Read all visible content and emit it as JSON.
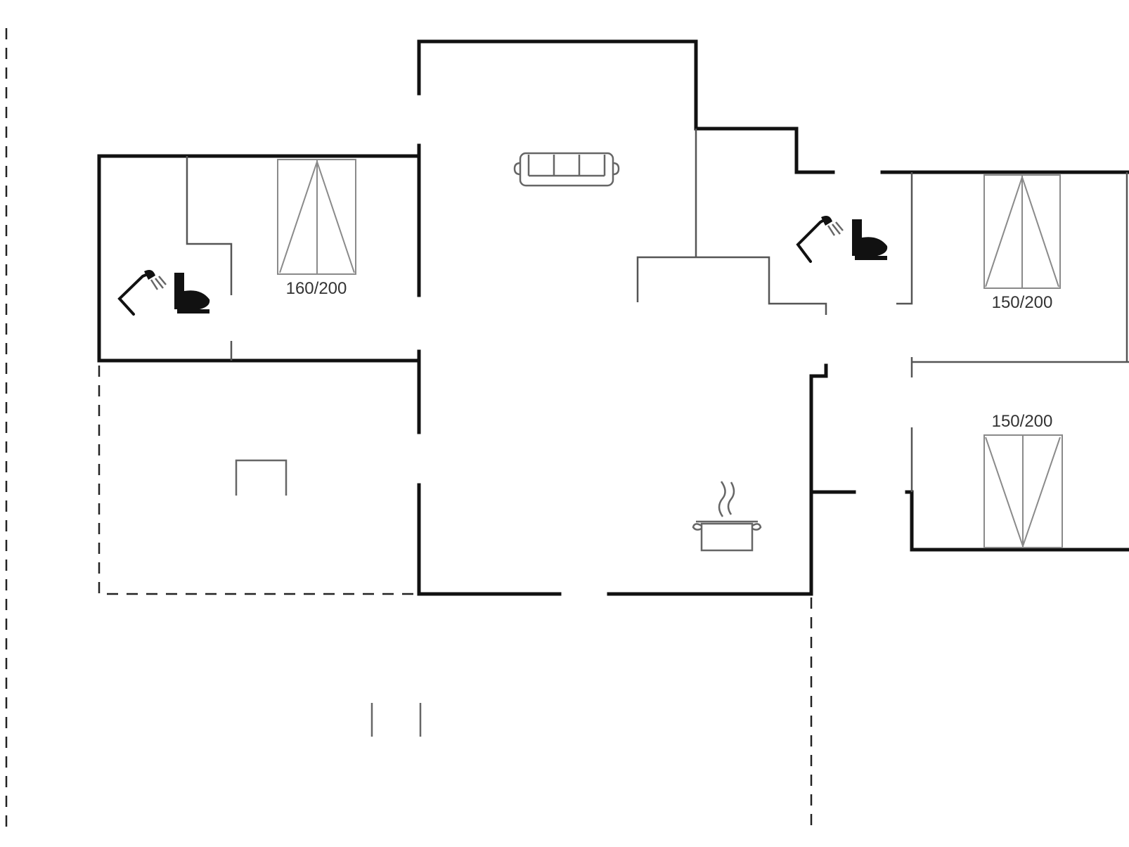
{
  "floor_plan": {
    "bed_labels": [
      "160/200",
      "150/200",
      "150/200"
    ],
    "icons": [
      "shower-icon",
      "toilet-icon",
      "sofa-icon",
      "stove-pot-icon",
      "fireplace-icon"
    ]
  }
}
